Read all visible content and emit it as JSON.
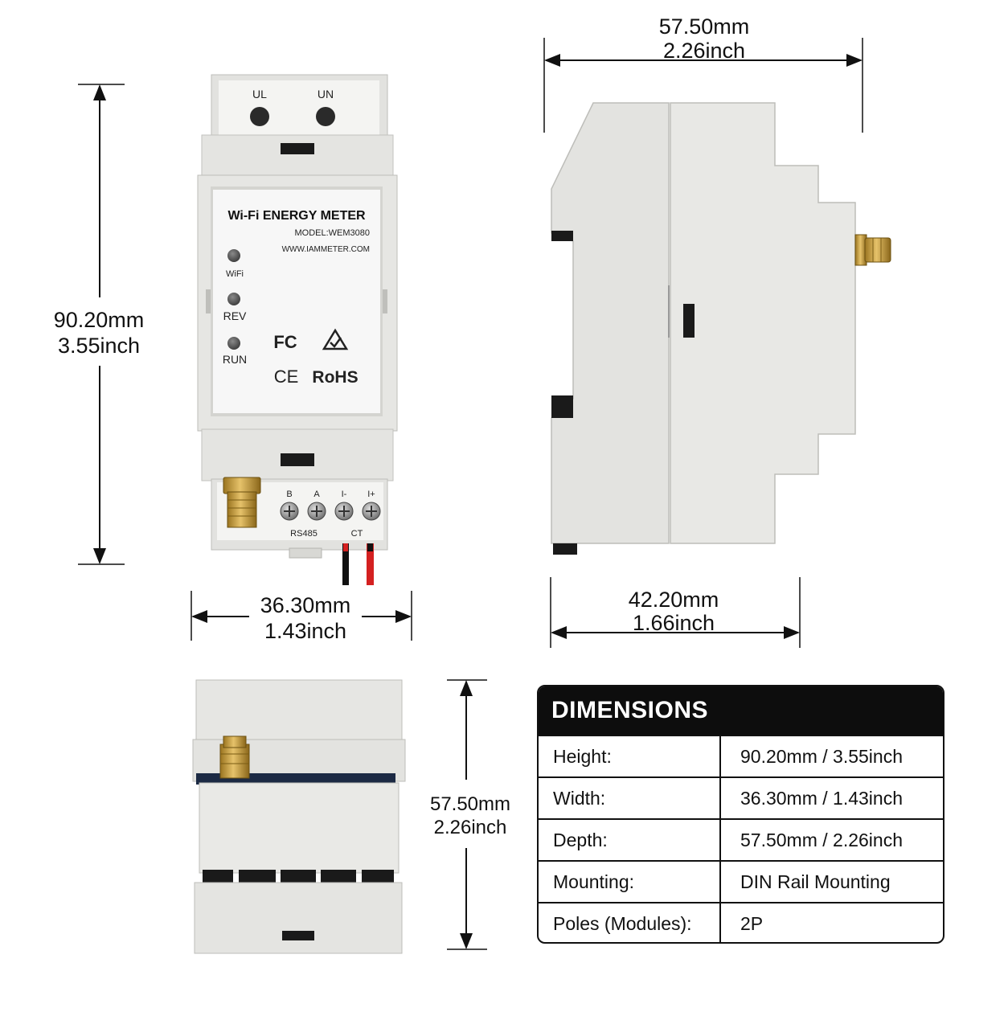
{
  "device": {
    "title": "Wi-Fi ENERGY METER",
    "model": "MODEL:WEM3080",
    "website": "WWW.IAMMETER.COM",
    "led_labels": [
      "WiFi",
      "REV",
      "RUN"
    ],
    "top_terminals": [
      "UL",
      "UN"
    ],
    "bottom_terminals": [
      "B",
      "A",
      "I-",
      "I+"
    ],
    "group_labels": [
      "RS485",
      "CT"
    ],
    "cert_marks": [
      "FC",
      "CE",
      "RoHS"
    ]
  },
  "dimensions": {
    "front_height_mm": "90.20mm",
    "front_height_in": "3.55inch",
    "front_width_mm": "36.30mm",
    "front_width_in": "1.43inch",
    "side_width_mm": "57.50mm",
    "side_width_in": "2.26inch",
    "side_depth_mm": "42.20mm",
    "side_depth_in": "1.66inch",
    "bottom_height_mm": "57.50mm",
    "bottom_height_in": "2.26inch"
  },
  "table": {
    "title": "DIMENSIONS",
    "rows": [
      {
        "key": "Height:",
        "value": "90.20mm / 3.55inch"
      },
      {
        "key": "Width:",
        "value": "36.30mm / 1.43inch"
      },
      {
        "key": "Depth:",
        "value": "57.50mm / 2.26inch"
      },
      {
        "key": "Mounting:",
        "value": "DIN Rail Mounting"
      },
      {
        "key": "Poles (Modules):",
        "value": "2P"
      }
    ]
  },
  "colors": {
    "housing": "#e4e4e1",
    "housing_shadow": "#c9c9c5",
    "label_panel": "#f7f7f7",
    "brass": "#c9a040",
    "wire_red": "#d42020",
    "wire_black": "#111111"
  }
}
